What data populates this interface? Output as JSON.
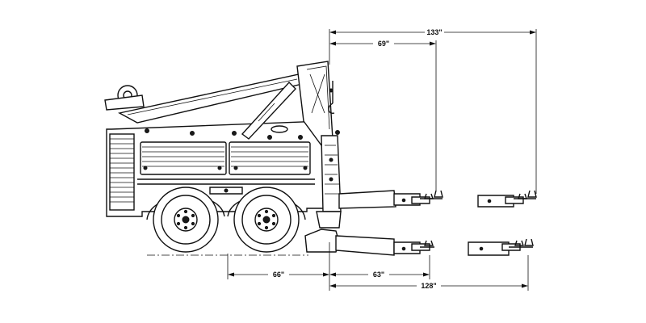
{
  "dimensions": {
    "top_outer": "133\"",
    "top_inner": "69\"",
    "bottom_left": "66\"",
    "bottom_mid": "63\"",
    "bottom_outer": "128\""
  },
  "colors": {
    "line": "#111111",
    "background": "#ffffff"
  }
}
